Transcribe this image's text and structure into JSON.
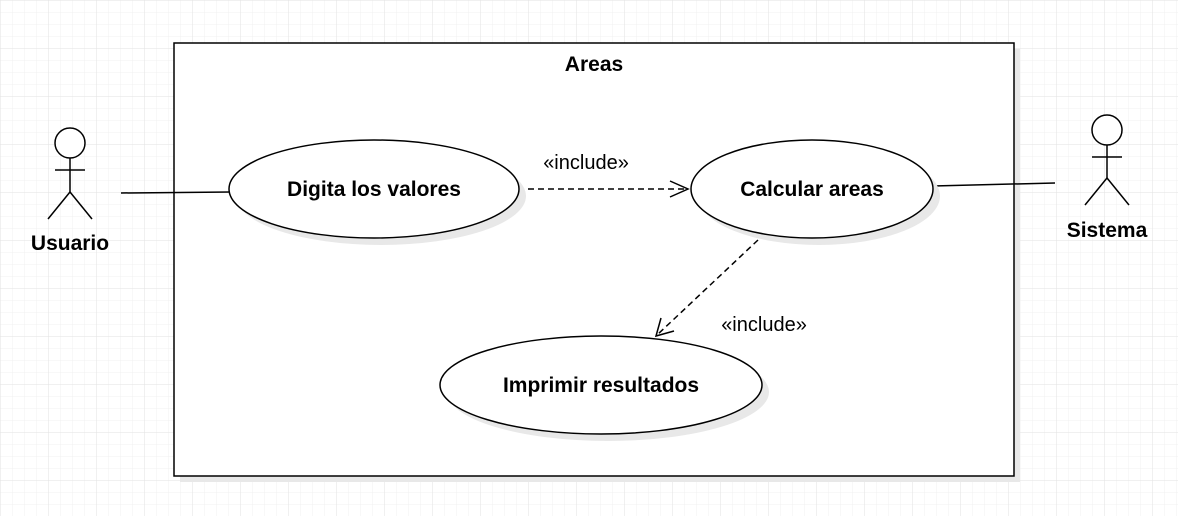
{
  "diagram": {
    "system_boundary": {
      "title": "Areas"
    },
    "actors": [
      {
        "id": "usuario",
        "label": "Usuario"
      },
      {
        "id": "sistema",
        "label": "Sistema"
      }
    ],
    "use_cases": [
      {
        "id": "digita",
        "label": "Digita los valores"
      },
      {
        "id": "calcular",
        "label": "Calcular areas"
      },
      {
        "id": "imprimir",
        "label": "Imprimir resultados"
      }
    ],
    "relationships": [
      {
        "from": "digita",
        "to": "calcular",
        "type": "include",
        "label": "«include»"
      },
      {
        "from": "calcular",
        "to": "imprimir",
        "type": "include",
        "label": "«include»"
      },
      {
        "from": "usuario",
        "to": "digita",
        "type": "association"
      },
      {
        "from": "sistema",
        "to": "calcular",
        "type": "association"
      }
    ]
  },
  "colors": {
    "stroke": "#000000",
    "fill": "#ffffff",
    "shadow": "#e8e8e8",
    "grid_minor": "#f0f0f0",
    "grid_major": "#e2e2e2"
  }
}
